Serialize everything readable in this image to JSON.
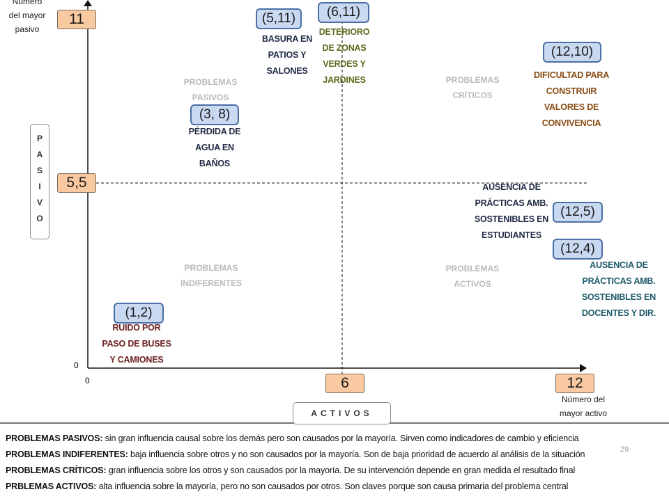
{
  "axes": {
    "y_top_label": "Número\ndel mayor\npasivo",
    "y_title": "PASIVO",
    "x_title": "ACTIVOS",
    "x_right_label": "Número del\nmayor activo",
    "origin_y": "0",
    "origin_x": "0",
    "y_max": "11",
    "y_mid": "5,5",
    "x_mid": "6",
    "x_max": "12"
  },
  "quadrants": {
    "passive": "PROBLEMAS\nPASIVOS",
    "critical": "PROBLEMAS\nCRÍTICOS",
    "indifferent": "PROBLEMAS\nINDIFERENTES",
    "active": "PROBLEMAS\nACTIVOS"
  },
  "points": [
    {
      "coord": "(5,11)",
      "label": "BASURA EN\nPATIOS Y\nSALONES",
      "color": "#1f2a44"
    },
    {
      "coord": "(6,11)",
      "label": "DETERIORO\nDE ZONAS\nVERDES Y\nJARDINES",
      "color": "#5a6b1e"
    },
    {
      "coord": "(12,10)",
      "label": "DIFICULTAD PARA\nCONSTRUIR\nVALORES DE\nCONVIVENCIA",
      "color": "#8a4a12"
    },
    {
      "coord": "(3, 8)",
      "label": "PÉRDIDA DE\nAGUA EN\nBAÑOS",
      "color": "#1f2a44"
    },
    {
      "coord": "(12,5)",
      "label": "AUSENCIA DE\nPRÁCTICAS AMB.\nSOSTENIBLES  EN\nESTUDIANTES",
      "color": "#1f2a44"
    },
    {
      "coord": "(12,4)",
      "label": "AUSENCIA DE\nPRÁCTICAS AMB.\nSOSTENIBLES  EN\nDOCENTES Y DIR.",
      "color": "#1f5a6b"
    },
    {
      "coord": "(1,2)",
      "label": "RUIDO POR\nPASO DE BUSES\nY CAMIONES",
      "color": "#6b1f1f"
    }
  ],
  "page_number": "29",
  "legend": [
    {
      "term": "PROBLEMAS PASIVOS:",
      "text": " sin gran influencia causal sobre los demás pero son causados por la mayoría. Sirven como indicadores de cambio y eficiencia"
    },
    {
      "term": "PROBLEMAS INDIFERENTES:",
      "text": " baja influencia sobre otros y no son causados por la mayoría. Son de baja prioridad de acuerdo al análisis de la situación"
    },
    {
      "term": "PROBLEMAS CRÍTICOS:",
      "text": " gran influencia sobre los otros y son causados por la mayoría. De su intervención depende en gran medida el resultado final"
    },
    {
      "term": "PRBLEMAS ACTIVOS:",
      "text": " alta influencia sobre la mayoría, pero no son causados por otros. Son claves porque son causa primaria del problema central"
    }
  ]
}
